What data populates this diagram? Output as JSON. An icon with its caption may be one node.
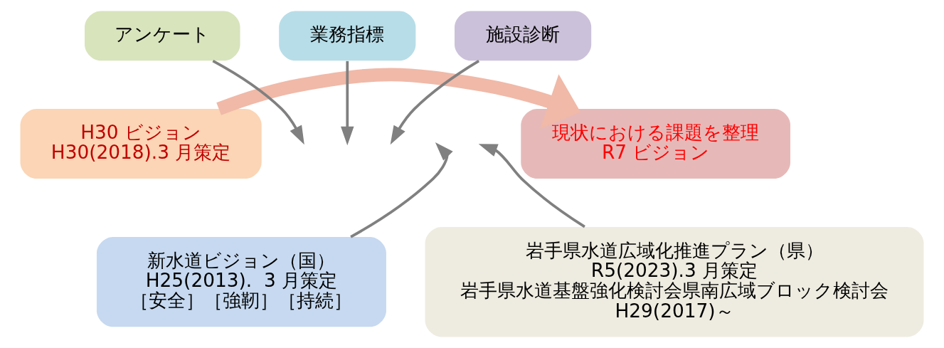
{
  "diagram": {
    "nodes": [
      {
        "text": [
          "H30 ビジョン",
          "H30(2018).3 月策定"
        ]
      },
      {
        "text": [
          "アンケート"
        ]
      },
      {
        "text": [
          "業務指標"
        ]
      },
      {
        "text": [
          "施設診断"
        ]
      },
      {
        "text": [
          "現状における課題を整理",
          "R7 ビジョン"
        ]
      },
      {
        "text": [
          "新水道ビジョン（国）",
          "H25(2013).  3 月策定",
          "［安全］［強靭］［持続］"
        ]
      },
      {
        "text": [
          "岩手県水道広域化推進プラン（県）",
          "R5(2023).3 月策定",
          "岩手県水道基盤強化検討会県南広域ブロック検討会",
          "H29(2017)～"
        ]
      }
    ],
    "edges": [
      {
        "from": 0,
        "to": 4,
        "arrow": "to",
        "style": "thick",
        "color": "#f0b9a8"
      },
      {
        "from": 1,
        "to": null,
        "arrow": "to"
      },
      {
        "from": 2,
        "to": null,
        "arrow": "to"
      },
      {
        "from": 3,
        "to": null,
        "arrow": "to"
      },
      {
        "from": 5,
        "to": null,
        "arrow": "to"
      },
      {
        "from": 6,
        "to": null,
        "arrow": "to"
      }
    ]
  }
}
